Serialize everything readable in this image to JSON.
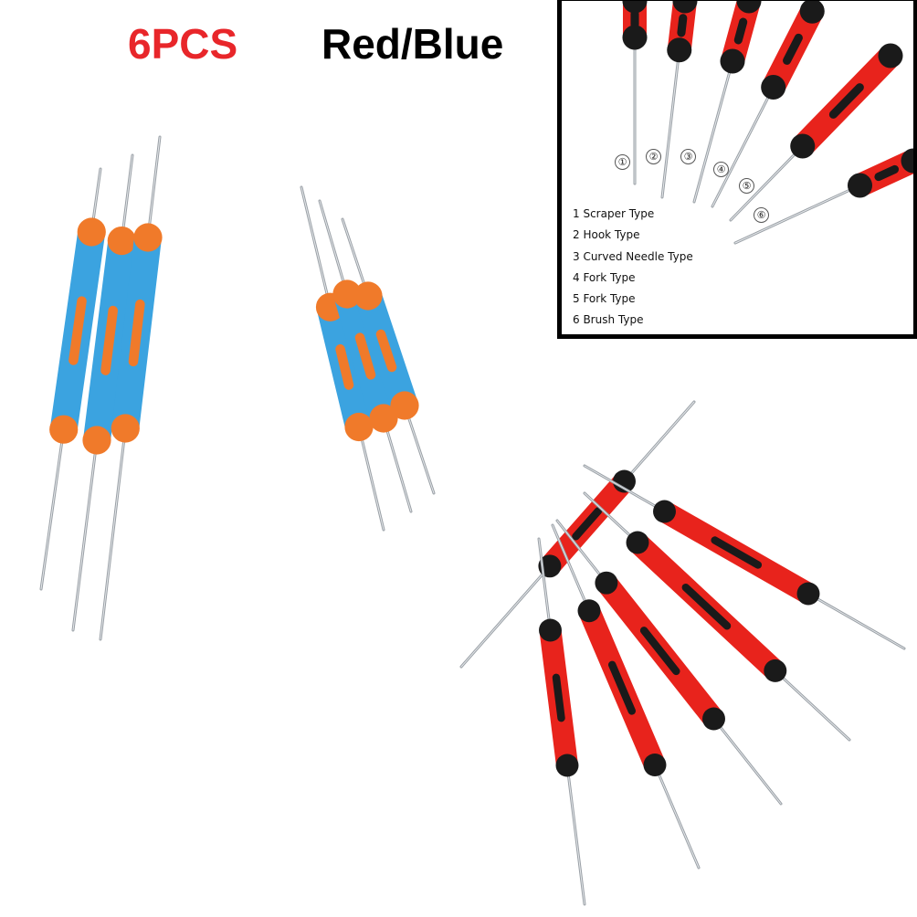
{
  "headline": {
    "quantity": "6PCS",
    "colors": "Red/Blue"
  },
  "palette": {
    "quantity": "#e8262a",
    "colors": "#000000",
    "blue_handle": "#3ba3e0",
    "orange_trim": "#f07a2a",
    "red_handle": "#e8231c",
    "black_grip": "#1a1a1a"
  },
  "inset": {
    "markers": [
      "①",
      "②",
      "③",
      "④",
      "⑤",
      "⑥"
    ],
    "types": [
      "1 Scraper Type",
      "2 Hook Type",
      "3 Curved Needle Type",
      "4 Fork Type",
      "5 Fork Type",
      "6 Brush Type"
    ]
  }
}
